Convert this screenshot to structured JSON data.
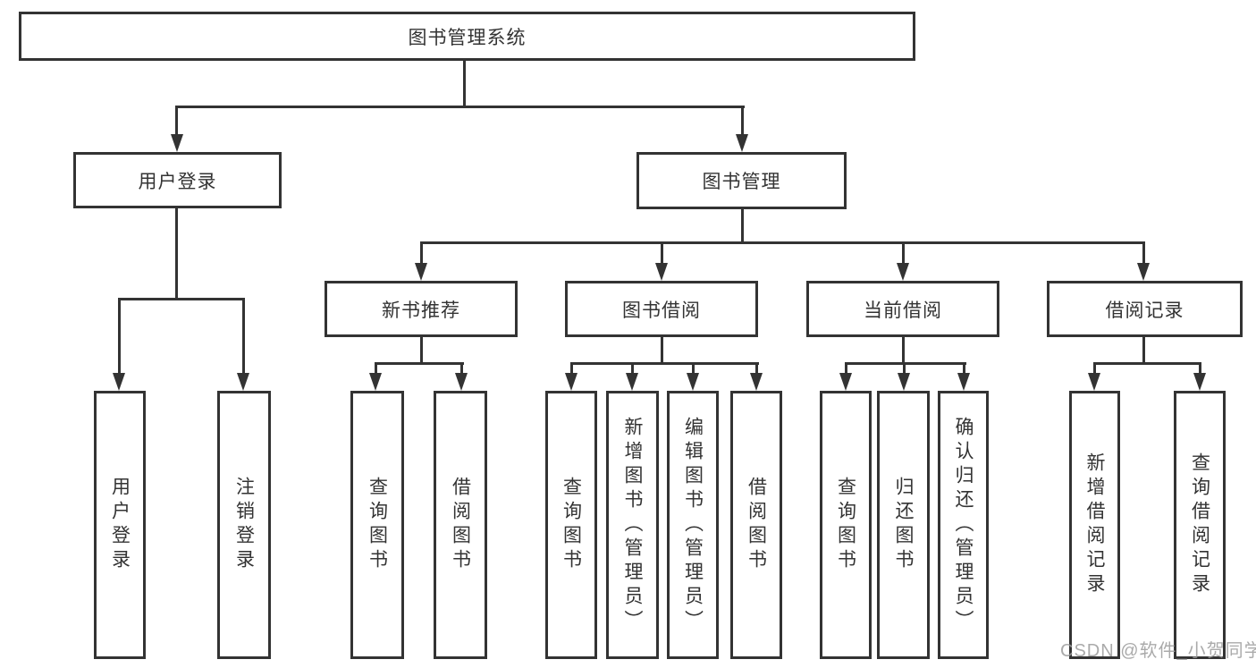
{
  "colors": {
    "line": "#333333",
    "text": "#333333",
    "background": "#ffffff",
    "watermark": "#9c9c9c"
  },
  "tree": {
    "root": {
      "label": "图书管理系统",
      "children": [
        {
          "label": "用户登录",
          "children": [
            {
              "label": "用户登录"
            },
            {
              "label": "注销登录"
            }
          ]
        },
        {
          "label": "图书管理",
          "children": [
            {
              "label": "新书推荐",
              "children": [
                {
                  "label": "查询图书"
                },
                {
                  "label": "借阅图书"
                }
              ]
            },
            {
              "label": "图书借阅",
              "children": [
                {
                  "label": "查询图书"
                },
                {
                  "label": "新增图书（管理员）"
                },
                {
                  "label": "编辑图书（管理员）"
                },
                {
                  "label": "借阅图书"
                }
              ]
            },
            {
              "label": "当前借阅",
              "children": [
                {
                  "label": "查询图书"
                },
                {
                  "label": "归还图书"
                },
                {
                  "label": "确认归还（管理员）"
                }
              ]
            },
            {
              "label": "借阅记录",
              "children": [
                {
                  "label": "新增借阅记录"
                },
                {
                  "label": "查询借阅记录"
                }
              ]
            }
          ]
        }
      ]
    }
  },
  "watermark": {
    "text": "CSDN @软件_小贺同学"
  }
}
